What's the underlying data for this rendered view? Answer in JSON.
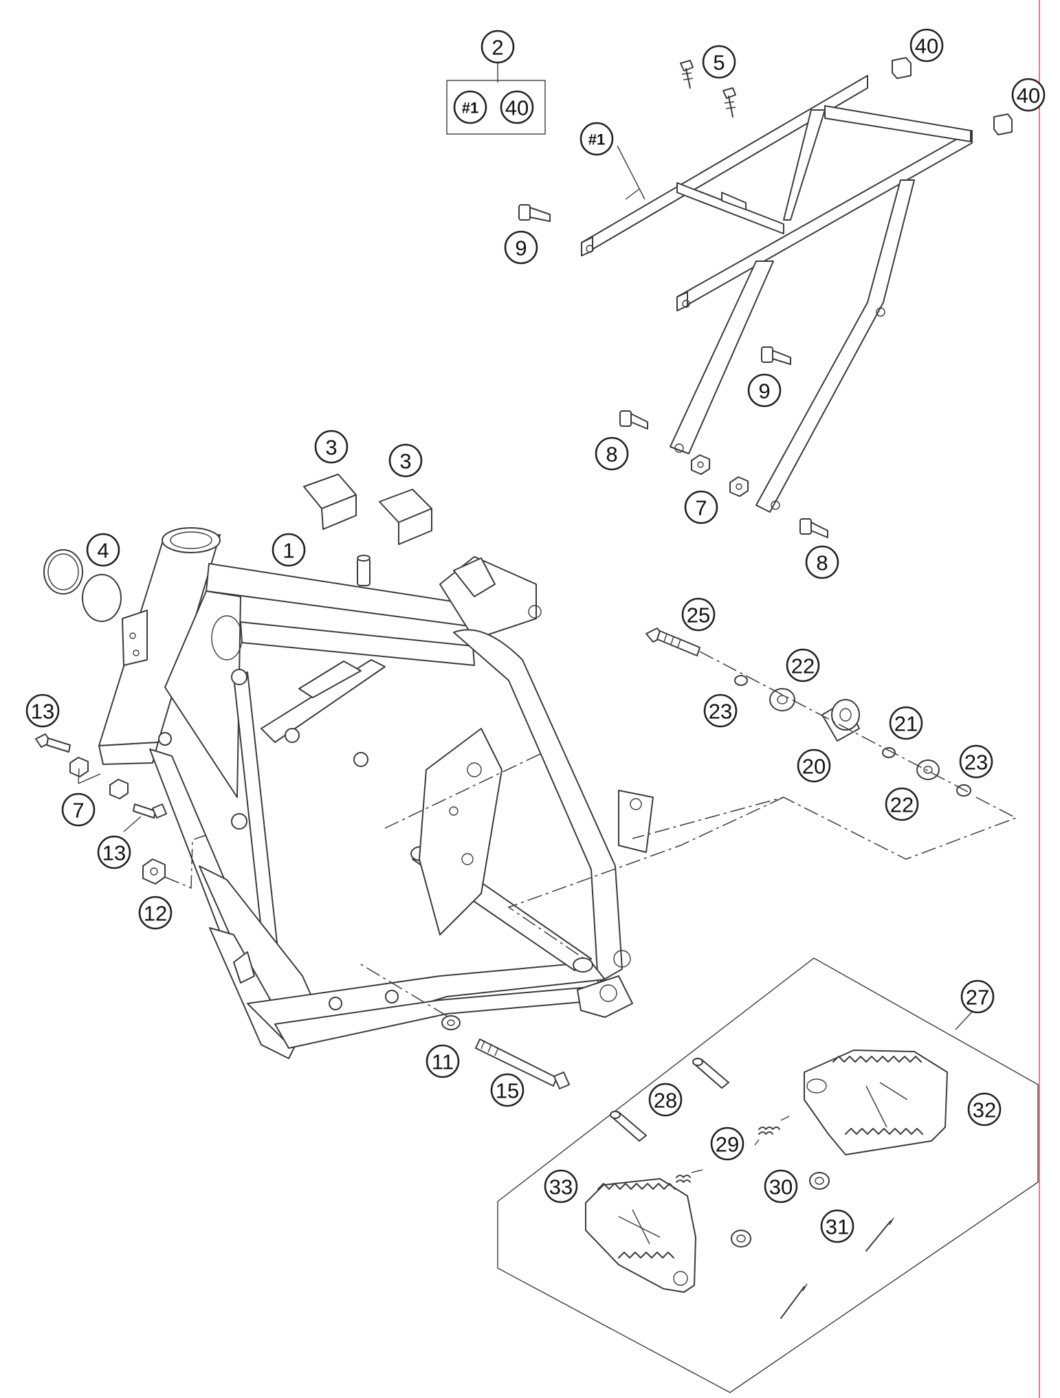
{
  "diagram": {
    "border_color": "#d98080",
    "line_color": "#3a3a3a",
    "kit_label": "2",
    "kit_contents": [
      "#1",
      "40"
    ],
    "callouts": [
      {
        "id": "c-1",
        "label": "1",
        "name": "callout-1-frame"
      },
      {
        "id": "c-5",
        "label": "5",
        "name": "callout-5-screws"
      },
      {
        "id": "c-40a",
        "label": "40",
        "name": "callout-40-cap-a"
      },
      {
        "id": "c-40b",
        "label": "40",
        "name": "callout-40-cap-b"
      },
      {
        "id": "c-h1",
        "label": "#1",
        "name": "callout-subframe"
      },
      {
        "id": "c-9a",
        "label": "9",
        "name": "callout-9-bolt-a"
      },
      {
        "id": "c-9b",
        "label": "9",
        "name": "callout-9-bolt-b"
      },
      {
        "id": "c-8a",
        "label": "8",
        "name": "callout-8-bolt-a"
      },
      {
        "id": "c-8b",
        "label": "8",
        "name": "callout-8-bolt-b"
      },
      {
        "id": "c-7a",
        "label": "7",
        "name": "callout-7-nut-a"
      },
      {
        "id": "c-3a",
        "label": "3",
        "name": "callout-3-guard-a"
      },
      {
        "id": "c-3b",
        "label": "3",
        "name": "callout-3-guard-b"
      },
      {
        "id": "c-4",
        "label": "4",
        "name": "callout-4-rings"
      },
      {
        "id": "c-13a",
        "label": "13",
        "name": "callout-13-bolt-a"
      },
      {
        "id": "c-7b",
        "label": "7",
        "name": "callout-7-nut-b"
      },
      {
        "id": "c-13b",
        "label": "13",
        "name": "callout-13-bolt-b"
      },
      {
        "id": "c-12",
        "label": "12",
        "name": "callout-12-nut"
      },
      {
        "id": "c-11",
        "label": "11",
        "name": "callout-11-washer"
      },
      {
        "id": "c-15",
        "label": "15",
        "name": "callout-15-bolt"
      },
      {
        "id": "c-25",
        "label": "25",
        "name": "callout-25-bolt"
      },
      {
        "id": "c-22a",
        "label": "22",
        "name": "callout-22-spacer-a"
      },
      {
        "id": "c-23a",
        "label": "23",
        "name": "callout-23-washer-a"
      },
      {
        "id": "c-21",
        "label": "21",
        "name": "callout-21-bushing"
      },
      {
        "id": "c-20",
        "label": "20",
        "name": "callout-20-roller"
      },
      {
        "id": "c-23b",
        "label": "23",
        "name": "callout-23-washer-b"
      },
      {
        "id": "c-22b",
        "label": "22",
        "name": "callout-22-spacer-b"
      },
      {
        "id": "c-27",
        "label": "27",
        "name": "callout-27-footrest-kit"
      },
      {
        "id": "c-28",
        "label": "28",
        "name": "callout-28-pins"
      },
      {
        "id": "c-32",
        "label": "32",
        "name": "callout-32-footrest-right"
      },
      {
        "id": "c-29",
        "label": "29",
        "name": "callout-29-springs"
      },
      {
        "id": "c-30",
        "label": "30",
        "name": "callout-30-washers"
      },
      {
        "id": "c-33",
        "label": "33",
        "name": "callout-33-footrest-left"
      },
      {
        "id": "c-31",
        "label": "31",
        "name": "callout-31-cotter-pins"
      }
    ]
  }
}
